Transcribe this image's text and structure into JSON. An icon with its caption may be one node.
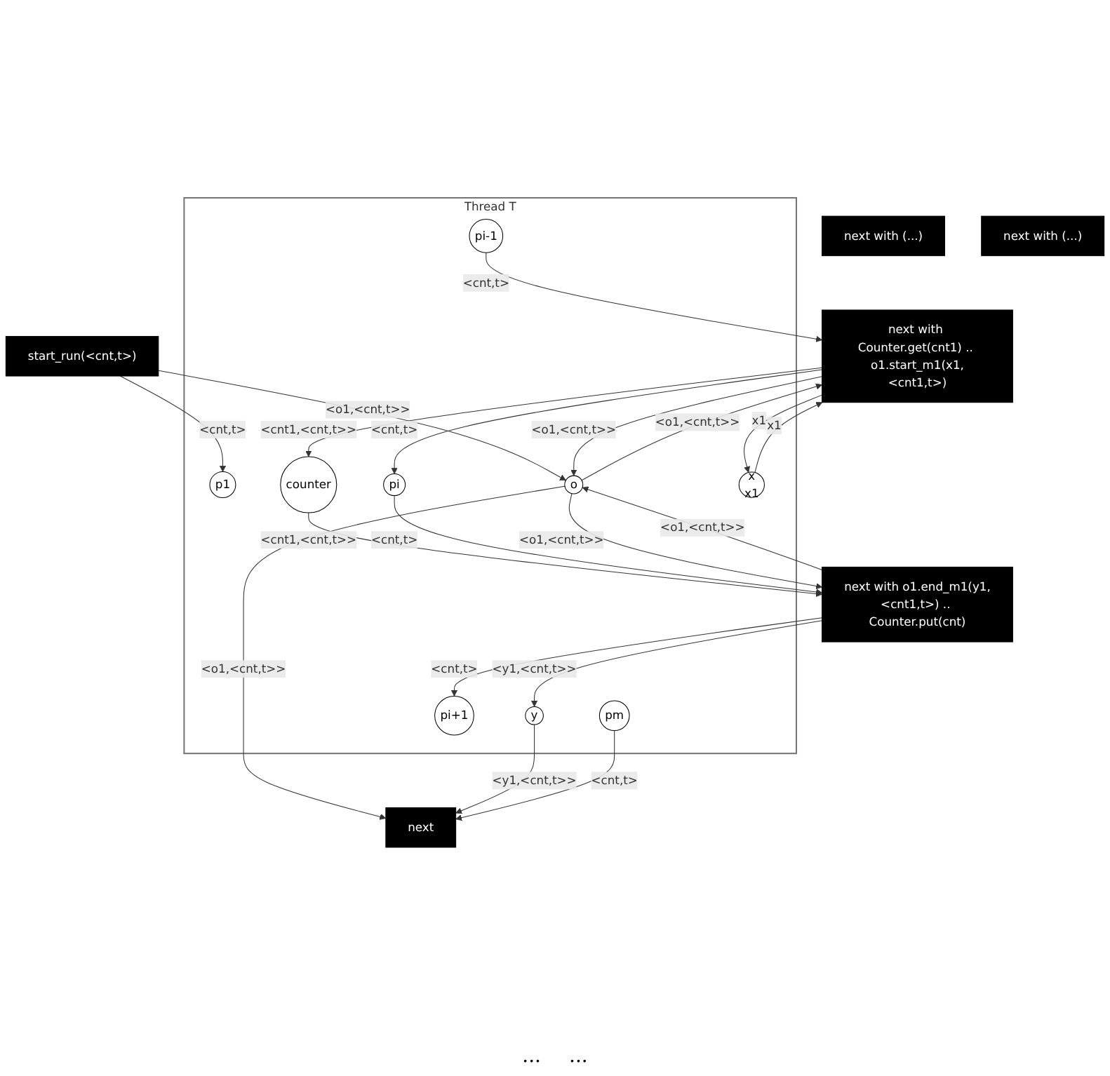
{
  "diagram": {
    "nodes": [
      {
        "text": [
          "Thread T"
        ]
      },
      {
        "text": [
          "start_run(<cnt,t>)"
        ]
      },
      {
        "text": [
          "p1"
        ],
        "in": 0
      },
      {
        "text": [
          "pi-1"
        ],
        "in": 0
      },
      {
        "text": [
          "o"
        ],
        "in": 0
      },
      {
        "text": [
          "counter"
        ],
        "in": 0
      },
      {
        "text": [
          "pi"
        ],
        "in": 0
      },
      {
        "text": [
          "x",
          "x1"
        ],
        "in": 0
      },
      {
        "text": [
          "y"
        ],
        "in": 0
      },
      {
        "text": [
          "pi+1"
        ],
        "in": 0
      },
      {
        "text": [
          "pm"
        ],
        "in": 0
      },
      {
        "text": [
          "next with (...)"
        ]
      },
      {
        "text": [
          "next with Counter.get(cnt1) .. o1.start_m1(x1,<cnt1,t>)"
        ]
      },
      {
        "text": [
          "next with o1.end_m1(y1,<cnt1,t>) .. Counter.put(cnt)"
        ]
      },
      {
        "text": [
          "next with (...)"
        ]
      },
      {
        "text": [
          "next"
        ]
      }
    ],
    "edges": [
      {
        "from": 1,
        "to": 2,
        "arrow": "to",
        "label": "<cnt,t>"
      },
      {
        "from": 1,
        "to": 4,
        "arrow": "to",
        "label": "<o1,<cnt,t>>"
      },
      {
        "from": 3,
        "to": 12,
        "arrow": "to",
        "label": "<cnt,t>"
      },
      {
        "from": 12,
        "to": 4,
        "arrow": "to",
        "label": "<o1,<cnt,t>>"
      },
      {
        "from": 4,
        "to": 12,
        "arrow": "to",
        "label": "<o1,<cnt,t>>"
      },
      {
        "from": 12,
        "to": 5,
        "arrow": "to",
        "label": "<cnt1,<cnt,t>>"
      },
      {
        "from": 12,
        "to": 6,
        "arrow": "to",
        "label": "<cnt,t>"
      },
      {
        "from": 7,
        "to": 12,
        "arrow": "to",
        "label": "x1"
      },
      {
        "from": 12,
        "to": 7,
        "arrow": "to",
        "label": "x1"
      },
      {
        "from": 5,
        "to": 13,
        "arrow": "to",
        "label": "<cnt1,<cnt,t>>"
      },
      {
        "from": 6,
        "to": 13,
        "arrow": "to",
        "label": "<cnt,t>"
      },
      {
        "from": 4,
        "to": 13,
        "arrow": "to",
        "label": "<o1,<cnt,t>>"
      },
      {
        "from": 13,
        "to": 4,
        "arrow": "to",
        "label": "<o1,<cnt,t>>"
      },
      {
        "from": 13,
        "to": 8,
        "arrow": "to",
        "label": "<y1,<cnt,t>>"
      },
      {
        "from": 13,
        "to": 9,
        "arrow": "to",
        "label": "<cnt,t>"
      },
      {
        "from": 4,
        "to": 15,
        "arrow": "to",
        "label": "<o1,<cnt,t>>"
      },
      {
        "from": 8,
        "to": 15,
        "arrow": "to",
        "label": "<y1,<cnt,t>>"
      },
      {
        "from": 10,
        "to": 15,
        "arrow": "to",
        "label": "<cnt,t>"
      }
    ],
    "labels": [
      "...",
      "..."
    ]
  }
}
